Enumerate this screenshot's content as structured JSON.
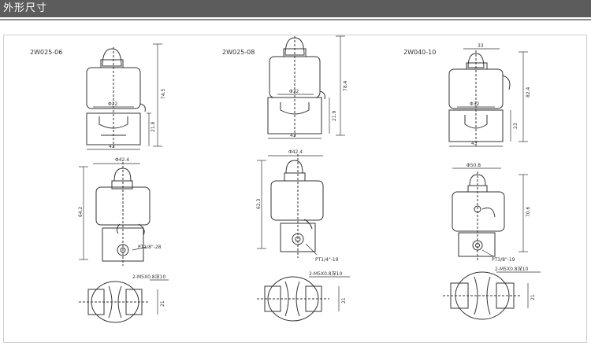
{
  "header": {
    "title": "外形尺寸"
  },
  "models": [
    {
      "name": "2W025-06",
      "front": {
        "dia": "Φ22",
        "height": "74.5",
        "body": "21.8",
        "width": "43"
      },
      "side": {
        "dia": "Φ42.4",
        "height": "64.2",
        "port": "PT1/8\"-28"
      },
      "bottom": {
        "screw": "2-M5X0.8深10",
        "width": "21"
      }
    },
    {
      "name": "2W025-08",
      "front": {
        "dia": "Φ32",
        "height": "78.4",
        "body": "21.9",
        "width": "43"
      },
      "side": {
        "dia": "Φ42.4",
        "height": "62.3",
        "port": "PT1/4\"-19"
      },
      "bottom": {
        "screw": "2-M5X0.8深10",
        "width": "21"
      }
    },
    {
      "name": "2W040-10",
      "front": {
        "dia": "Φ32",
        "top": "33",
        "height": "82.4",
        "body": "23",
        "width": "43"
      },
      "side": {
        "dia": "Φ50.8",
        "height": "70.6",
        "port": "PT3/8\"-19"
      },
      "bottom": {
        "screw": "2-M5X0.8深10",
        "width": "21"
      }
    }
  ],
  "colors": {
    "header_bg": "#5c5c5c",
    "line": "#333333",
    "frame": "#cfcfcf"
  }
}
